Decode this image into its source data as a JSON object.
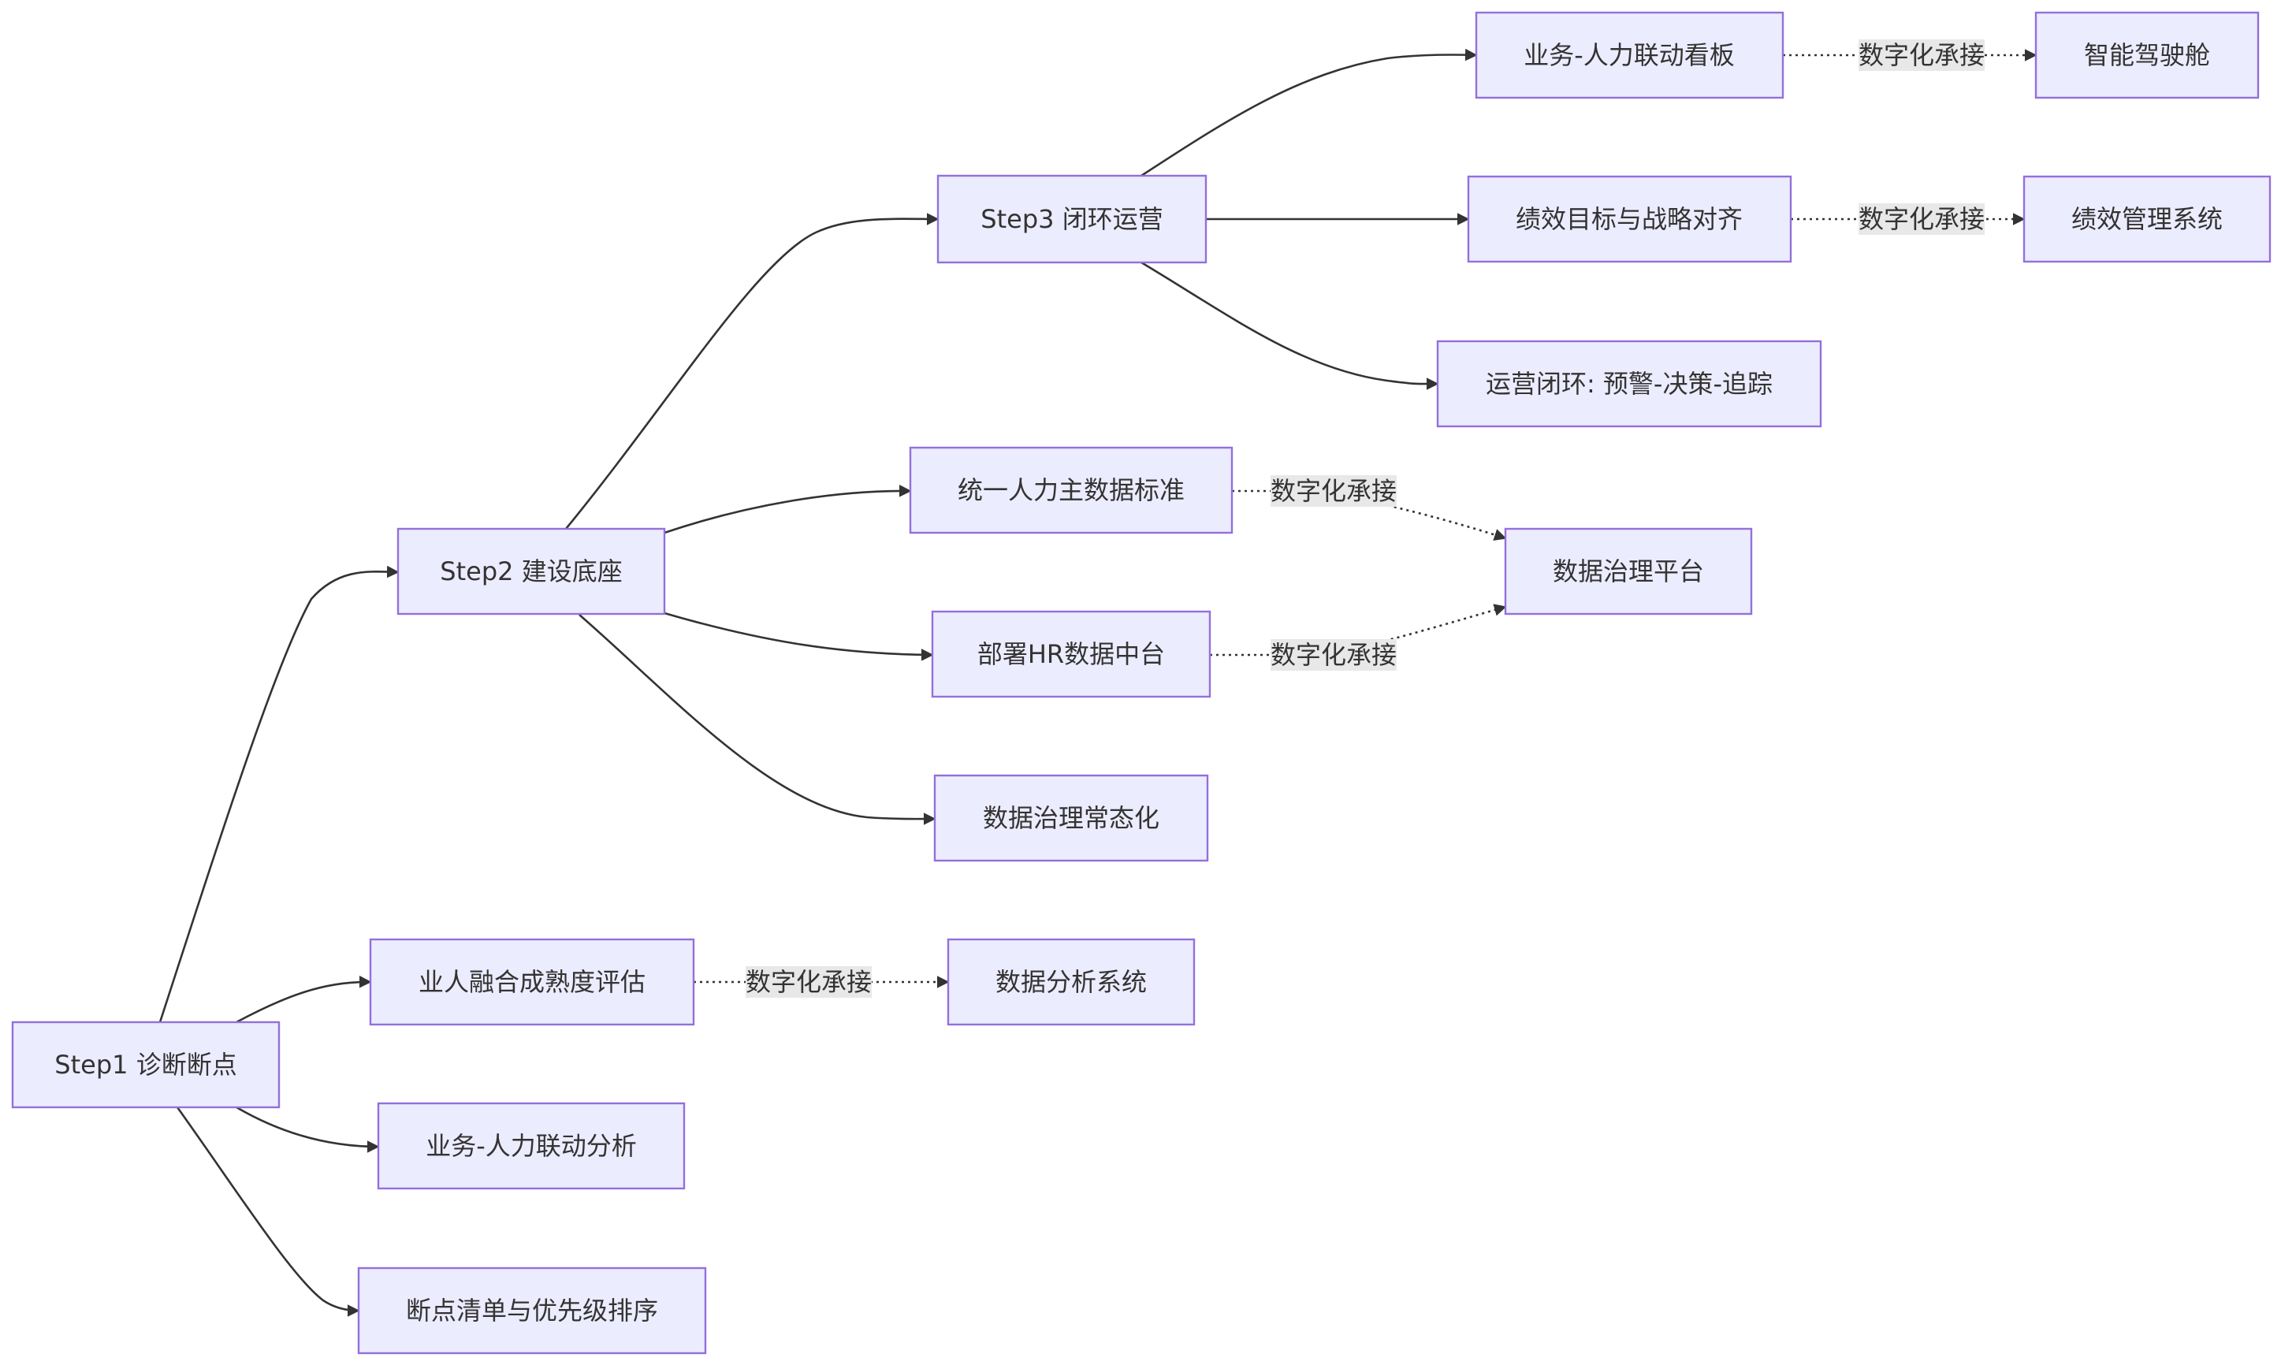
{
  "nodes": {
    "step1": "Step1 诊断断点",
    "step2": "Step2 建设底座",
    "step3": "Step3 闭环运营",
    "maturity": "业人融合成熟度评估",
    "linkage_analysis": "业务-人力联动分析",
    "breakpoints": "断点清单与优先级排序",
    "analysis_system": "数据分析系统",
    "master_data": "统一人力主数据标准",
    "hr_datahub": "部署HR数据中台",
    "governance_routine": "数据治理常态化",
    "governance_platform": "数据治理平台",
    "linkage_dashboard": "业务-人力联动看板",
    "smart_cockpit": "智能驾驶舱",
    "perf_goals": "绩效目标与战略对齐",
    "perf_system": "绩效管理系统",
    "ops_loop": "运营闭环: 预警-决策-追踪"
  },
  "edge_label": "数字化承接",
  "colors": {
    "node_fill": "#ececff",
    "node_stroke": "#9370db",
    "edge": "#333333",
    "label_bg": "#e8e8e8",
    "text": "#333333"
  },
  "edges": [
    {
      "from": "step1",
      "to": "step2",
      "style": "solid"
    },
    {
      "from": "step1",
      "to": "maturity",
      "style": "solid"
    },
    {
      "from": "step1",
      "to": "linkage_analysis",
      "style": "solid"
    },
    {
      "from": "step1",
      "to": "breakpoints",
      "style": "solid"
    },
    {
      "from": "step2",
      "to": "step3",
      "style": "solid"
    },
    {
      "from": "step2",
      "to": "master_data",
      "style": "solid"
    },
    {
      "from": "step2",
      "to": "hr_datahub",
      "style": "solid"
    },
    {
      "from": "step2",
      "to": "governance_routine",
      "style": "solid"
    },
    {
      "from": "step3",
      "to": "linkage_dashboard",
      "style": "solid"
    },
    {
      "from": "step3",
      "to": "perf_goals",
      "style": "solid"
    },
    {
      "from": "step3",
      "to": "ops_loop",
      "style": "solid"
    },
    {
      "from": "maturity",
      "to": "analysis_system",
      "style": "dotted",
      "label": "数字化承接"
    },
    {
      "from": "master_data",
      "to": "governance_platform",
      "style": "dotted",
      "label": "数字化承接"
    },
    {
      "from": "hr_datahub",
      "to": "governance_platform",
      "style": "dotted",
      "label": "数字化承接"
    },
    {
      "from": "linkage_dashboard",
      "to": "smart_cockpit",
      "style": "dotted",
      "label": "数字化承接"
    },
    {
      "from": "perf_goals",
      "to": "perf_system",
      "style": "dotted",
      "label": "数字化承接"
    }
  ]
}
